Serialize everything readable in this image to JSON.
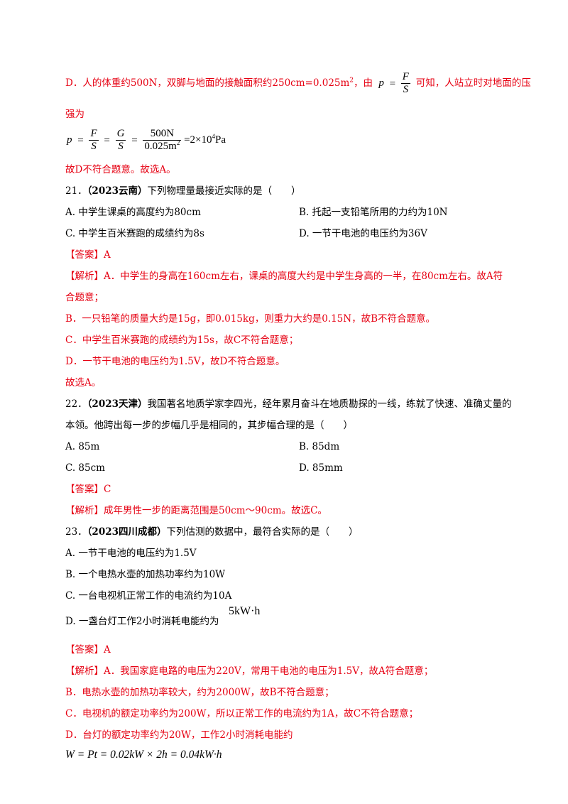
{
  "lines": {
    "d_part1": "D．人的体重约500N，双脚与地面的接触面积约250cm=0.025m",
    "d_sup": "2",
    "d_part2": "，由",
    "d_part3": "可知，人站立时对地面的压",
    "d_cont": "强为",
    "d_conclusion": "故D不符合题意。故选A。"
  },
  "formula1": {
    "p": "p",
    "eq": "=",
    "F": "F",
    "S": "S"
  },
  "formula2": {
    "p": "p",
    "F": "F",
    "S1": "S",
    "G": "G",
    "S2": "S",
    "num": "500N",
    "den": "0.025m",
    "den_sup": "2",
    "result": "=2×10",
    "result_sup": "4",
    "unit": "Pa"
  },
  "q21": {
    "number": "21．",
    "source": "（2023云南）",
    "stem": "下列物理量最接近实际的是（　　）",
    "options": {
      "A": "A. 中学生课桌的高度约为80cm",
      "B": "B. 托起一支铅笔所用的力约为10N",
      "C": "C. 中学生百米赛跑的成绩约为8s",
      "D": "D. 一节干电池的电压约为36V"
    },
    "answer": "【答案】A",
    "analysis": [
      "【解析】A．中学生的身高在160cm左右，课桌的高度大约是中学生身高的一半，在80cm左右。故A符",
      "合题意；",
      "B．一只铅笔的质量大约是15g，即0.015kg，则重力大约是0.15N，故B不符合题意。",
      "C．中学生百米赛跑的成绩约为15s，故C不符合题意；",
      "D．一节干电池的电压约为1.5V，故D不符合题意。",
      "故选A。"
    ]
  },
  "q22": {
    "number": "22．",
    "source": "（2023天津）",
    "stem1": "我国著名地质学家李四光，经年累月奋斗在地质勘探的一线，练就了快速、准确丈量的",
    "stem2": "本领。他跨出每一步的步幅几乎是相同的，其步幅合理的是（　　）",
    "options": {
      "A": "A. 85m",
      "B": "B. 85dm",
      "C": "C. 85cm",
      "D": "D. 85mm"
    },
    "answer": "【答案】C",
    "analysis": "【解析】成年男性一步的距离范围是50cm～90cm。故选C。"
  },
  "q23": {
    "number": "23．",
    "source": "（2023四川成都）",
    "stem": "下列估测的数据中，最符合实际的是（　　）",
    "options": {
      "A": "A. 一节干电池的电压约为1.5V",
      "B": "B. 一个电热水壶的加热功率约为10W",
      "C": "C. 一台电视机正常工作的电流约为10A",
      "D": "D. 一盏台灯工作2小时消耗电能约为"
    },
    "d_value": "5kW·h",
    "answer": "【答案】A",
    "analysis": [
      "【解析】A．我国家庭电路的电压为220V，常用干电池的电压为1.5V，故A符合题意；",
      "B．电热水壶的加热功率较大，约为2000W，故B不符合题意；",
      "C．电视机的额定功率约为200W，所以正常工作的电流约为1A，故C不符合题意；",
      "D．台灯的额定功率约为20W，工作2小时消耗电能约"
    ],
    "formula": "W = Pt = 0.02kW × 2h = 0.04kW·h"
  }
}
